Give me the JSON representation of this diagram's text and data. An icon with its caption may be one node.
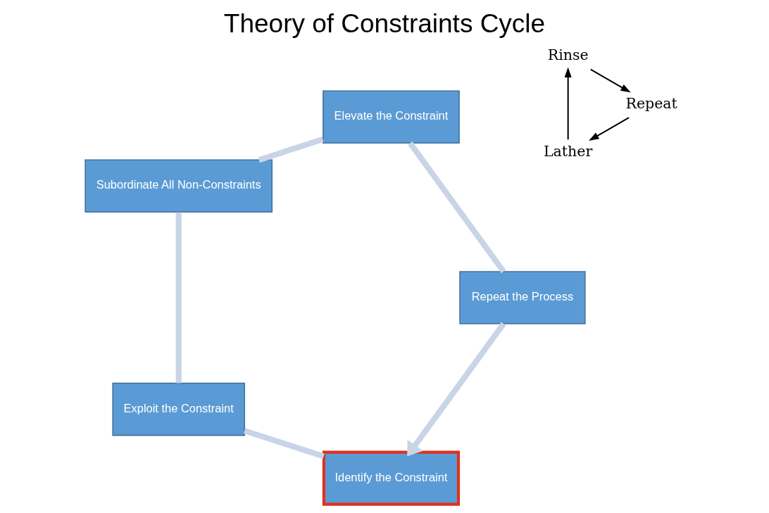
{
  "diagram": {
    "title": "Theory of Constraints Cycle",
    "nodes": [
      {
        "text": [
          "Identify the Constraint"
        ]
      },
      {
        "text": [
          "Exploit the Constraint"
        ]
      },
      {
        "text": [
          "Subordinate All Non-Constraints"
        ]
      },
      {
        "text": [
          "Elevate the Constraint"
        ]
      },
      {
        "text": [
          "Repeat the Process"
        ]
      },
      {
        "text": [
          "Lather"
        ]
      },
      {
        "text": [
          "Rinse"
        ]
      },
      {
        "text": [
          "Repeat"
        ]
      }
    ],
    "edges": [
      {
        "from": 0,
        "to": 1,
        "arrow": "none"
      },
      {
        "from": 1,
        "to": 2,
        "arrow": "none"
      },
      {
        "from": 2,
        "to": 3,
        "arrow": "none"
      },
      {
        "from": 3,
        "to": 4,
        "arrow": "none"
      },
      {
        "from": 4,
        "to": 0,
        "arrow": "to"
      },
      {
        "from": 5,
        "to": 6,
        "arrow": "to",
        "color": "#000000"
      },
      {
        "from": 6,
        "to": 7,
        "arrow": "to",
        "color": "#000000"
      },
      {
        "from": 7,
        "to": 5,
        "arrow": "to",
        "color": "#000000"
      }
    ]
  }
}
